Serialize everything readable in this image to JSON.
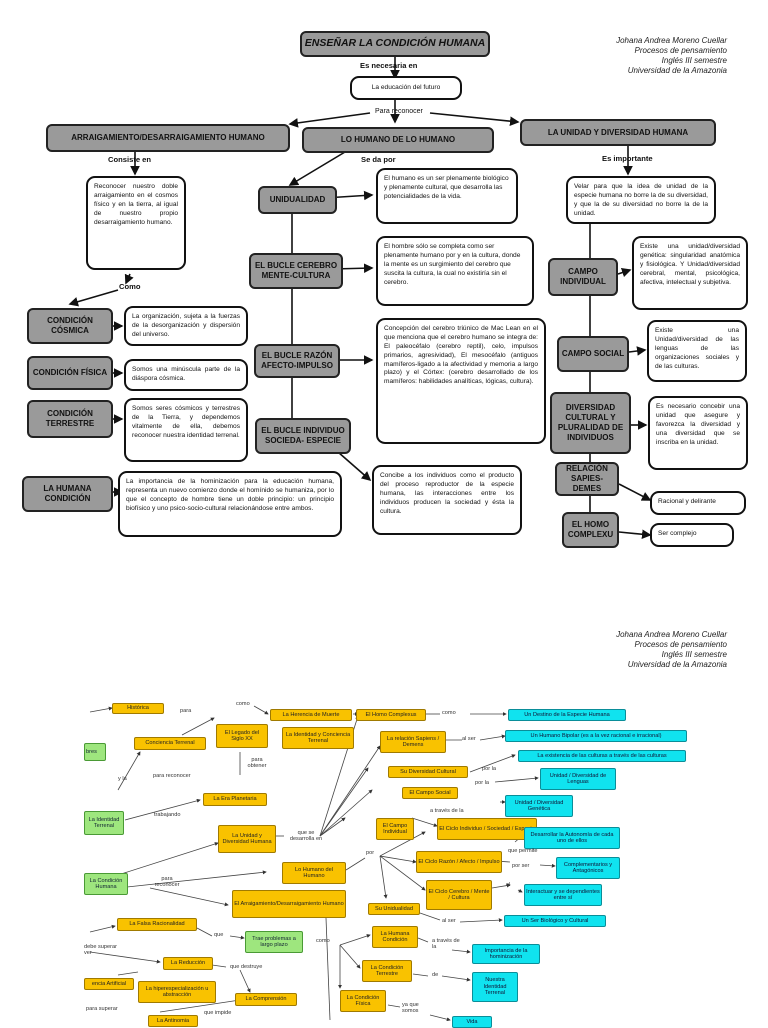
{
  "author": {
    "name": "Johana Andrea Moreno Cuellar",
    "course": "Procesos de pensamiento",
    "level": "Inglés III semestre",
    "school": "Universidad de la Amazonia"
  },
  "map1": {
    "title": "ENSEÑAR LA CONDICIÓN HUMANA",
    "link_necesaria": "Es necesaria en",
    "educacion": "La educación del futuro",
    "link_reconocer": "Para reconocer",
    "arraigamiento": "ARRAIGAMIENTO/DESARRAIGAMIENTO HUMANO",
    "lo_humano": "LO HUMANO DE LO HUMANO",
    "unidad_diversidad": "LA UNIDAD Y DIVERSIDAD HUMANA",
    "link_consiste": "Consiste en",
    "link_se_da": "Se da por",
    "link_importante": "Es importante",
    "reconocer_text": "Reconocer nuestro doble arraigamiento en el cosmos físico y en la tierra, al igual de nuestro propio desarraigamiento humano.",
    "link_como": "Como",
    "cosmica": "CONDICIÓN CÓSMICA",
    "cosmica_text": "La organización, sujeta a la fuerzas de la desorganización y dispersión del universo.",
    "fisica": "CONDICIÓN FÍSICA",
    "fisica_text": "Somos una minúscula parte de la diáspora cósmica.",
    "terrestre": "CONDICIÓN TERRESTRE",
    "terrestre_text": "Somos seres cósmicos y terrestres de la Tierra, y dependemos vitalmente de ella, debemos reconocer nuestra identidad terrenal.",
    "humana": "LA HUMANA CONDICIÓN",
    "humana_text": "La importancia de la hominización para la educación humana, representa un nuevo comienzo donde el homínido se humaniza, por lo que el concepto de hombre tiene un doble principio: un principio biofísico y uno psico-socio-cultural relacionándose entre ambos.",
    "unidualidad": "UNIDUALIDAD",
    "unidualidad_text": "El humano es un ser plenamente biológico y plenamente cultural, que desarrolla las potencialidades de la vida.",
    "bucle_cerebro": "EL BUCLE CEREBRO MENTE-CULTURA",
    "bucle_cerebro_text": "El hombre sólo se completa como ser plenamente humano por y en la cultura, donde la mente es un surgimiento del cerebro que suscita la cultura, la cual no existiría sin el cerebro.",
    "bucle_razon": "EL BUCLE RAZÓN AFECTO-IMPULSO",
    "bucle_razon_text": "Concepción del cerebro triúnico de Mac Lean en el que menciona que el cerebro humano se integra de: El paleocéfalo (cerebro reptil), celo, impulsos primarios, agresividad), El mesocéfalo (antiguos mamíferos-ligado a la afectividad y memoria a largo plazo) y el Córtex: (cerebro desarrollado de los mamíferos: habilidades analíticas, lógicas, cultura).",
    "bucle_individuo": "EL BUCLE INDIVIDUO SOCIEDA- ESPECIE",
    "bucle_individuo_text": "Concibe a los individuos como el producto del proceso reproductor de la especie humana, las interacciones entre los individuos producen la sociedad y ésta la cultura.",
    "velar_text": "Velar para que la idea de unidad de la especie humana no borre la de su diversidad, y que la de su diversidad no borre la de la unidad.",
    "campo_individual": "CAMPO INDIVIDUAL",
    "campo_individual_text": "Existe una unidad/diversidad genética: singularidad anatómica y fisiológica. Y Unidad/diversidad cerebral, mental, psicológica, afectiva, intelectual y subjetiva.",
    "campo_social": "CAMPO SOCIAL",
    "campo_social_text": "Existe una Unidad/diversidad de las lenguas de las organizaciones sociales y de las culturas.",
    "diversidad": "DIVERSIDAD CULTURAL Y PLURALIDAD DE INDIVIDUOS",
    "diversidad_text": "Es necesario concebir una unidad que asegure y favorezca la diversidad y una diversidad que se inscriba en la unidad.",
    "sapiens": "RELACIÓN SAPIES-DEMES",
    "sapiens_text": "Racional y delirante",
    "complexu": "EL HOMO COMPLEXU",
    "complexu_text": "Ser complejo"
  },
  "map2": {
    "historica": "Histórica",
    "bres": "bres",
    "conciencia": "Conciencia Terrenal",
    "identidad": "La Identidad Terrenal",
    "legado": "El Legado del Siglo XX",
    "era": "La Era Planetaria",
    "herencia": "La Herencia de Muerte",
    "identidad_conciencia": "La Identidad y Conciencia Terrenal",
    "homo_complexus": "El Homo Complexus",
    "destino": "Un Destino de la Especie Humana",
    "relacion": "La relación Sapiens / Demens",
    "bipolar": "Un Humano Bipolar (es a la vez racional e irracional)",
    "existencia": "La existencia de las culturas a través de las culturas",
    "div_cultural": "Su Diversidad Cultural",
    "unidad_lenguas": "Unidad / Diversidad de Lenguas",
    "campo_social": "El Campo Social",
    "unidad_genetica": "Unidad / Diversidad Genética",
    "campo_individual": "El Campo Individual",
    "ciclo_individuo": "El Ciclo Individuo / Sociedad / Especie",
    "autonomia": "Desarrollar la Autonomía de cada uno de ellos",
    "unidad_div_humana": "La Unidad y Diversidad Humana",
    "ciclo_razon": "El Ciclo Razón / Afecto / Impulso",
    "complementarios": "Complementarios y Antagónicos",
    "humano_del_humano": "Lo Humano del Humano",
    "ciclo_cerebro": "El Ciclo Cerebro / Mente / Cultura",
    "interactuar": "Interactuar y se dependientes entre sí",
    "condicion_humana": "La Condición Humana",
    "arraigamiento": "El Arraigamiento/Desarraigamiento Humano",
    "unidualidad": "Su Unidualidad",
    "ser_biologico": "Un Ser Biológico y Cultural",
    "falsa": "La Falsa Racionalidad",
    "trae": "Trae problemas a largo plazo",
    "humana_condicion": "La Humana Condición",
    "hominizacion": "Importancia de la hominización",
    "reduccion": "La Reducción",
    "cond_terrestre": "La Condición Terrestre",
    "nuestra": "Nuestra Identidad Terrenal",
    "artificial": "encia Artificial",
    "hiper": "La hiperespecialización u abstracción",
    "comprension": "La Comprensión",
    "cond_fisica": "La Condición Física",
    "antinomia": "La Antinomia",
    "vida": "Vida",
    "l_como": "como",
    "l_para": "para",
    "l_y_la": "y la",
    "l_para_reconocer": "para reconocer",
    "l_trabajando": "trabajando",
    "l_para_obtener": "para obtener",
    "l_como2": "como",
    "l_al_ser": "al ser",
    "l_por_la": "por la",
    "l_por_la2": "por la",
    "l_a_traves": "a través de la",
    "l_que_permite": "que permite",
    "l_por_ser": "por ser",
    "l_el": "el",
    "l_que_se": "que se desarrolla en",
    "l_por": "por",
    "l_al_ser2": "al ser",
    "l_para_reconocer2": "para reconocer",
    "l_debe": "debe superar ver",
    "l_que": "que",
    "l_que_destruye": "que destruye",
    "l_como3": "como",
    "l_a_traves2": "a través de la",
    "l_de": "de",
    "l_ya_que": "ya que somos",
    "l_que_impide": "que impide",
    "l_para_superar": "para superar"
  }
}
